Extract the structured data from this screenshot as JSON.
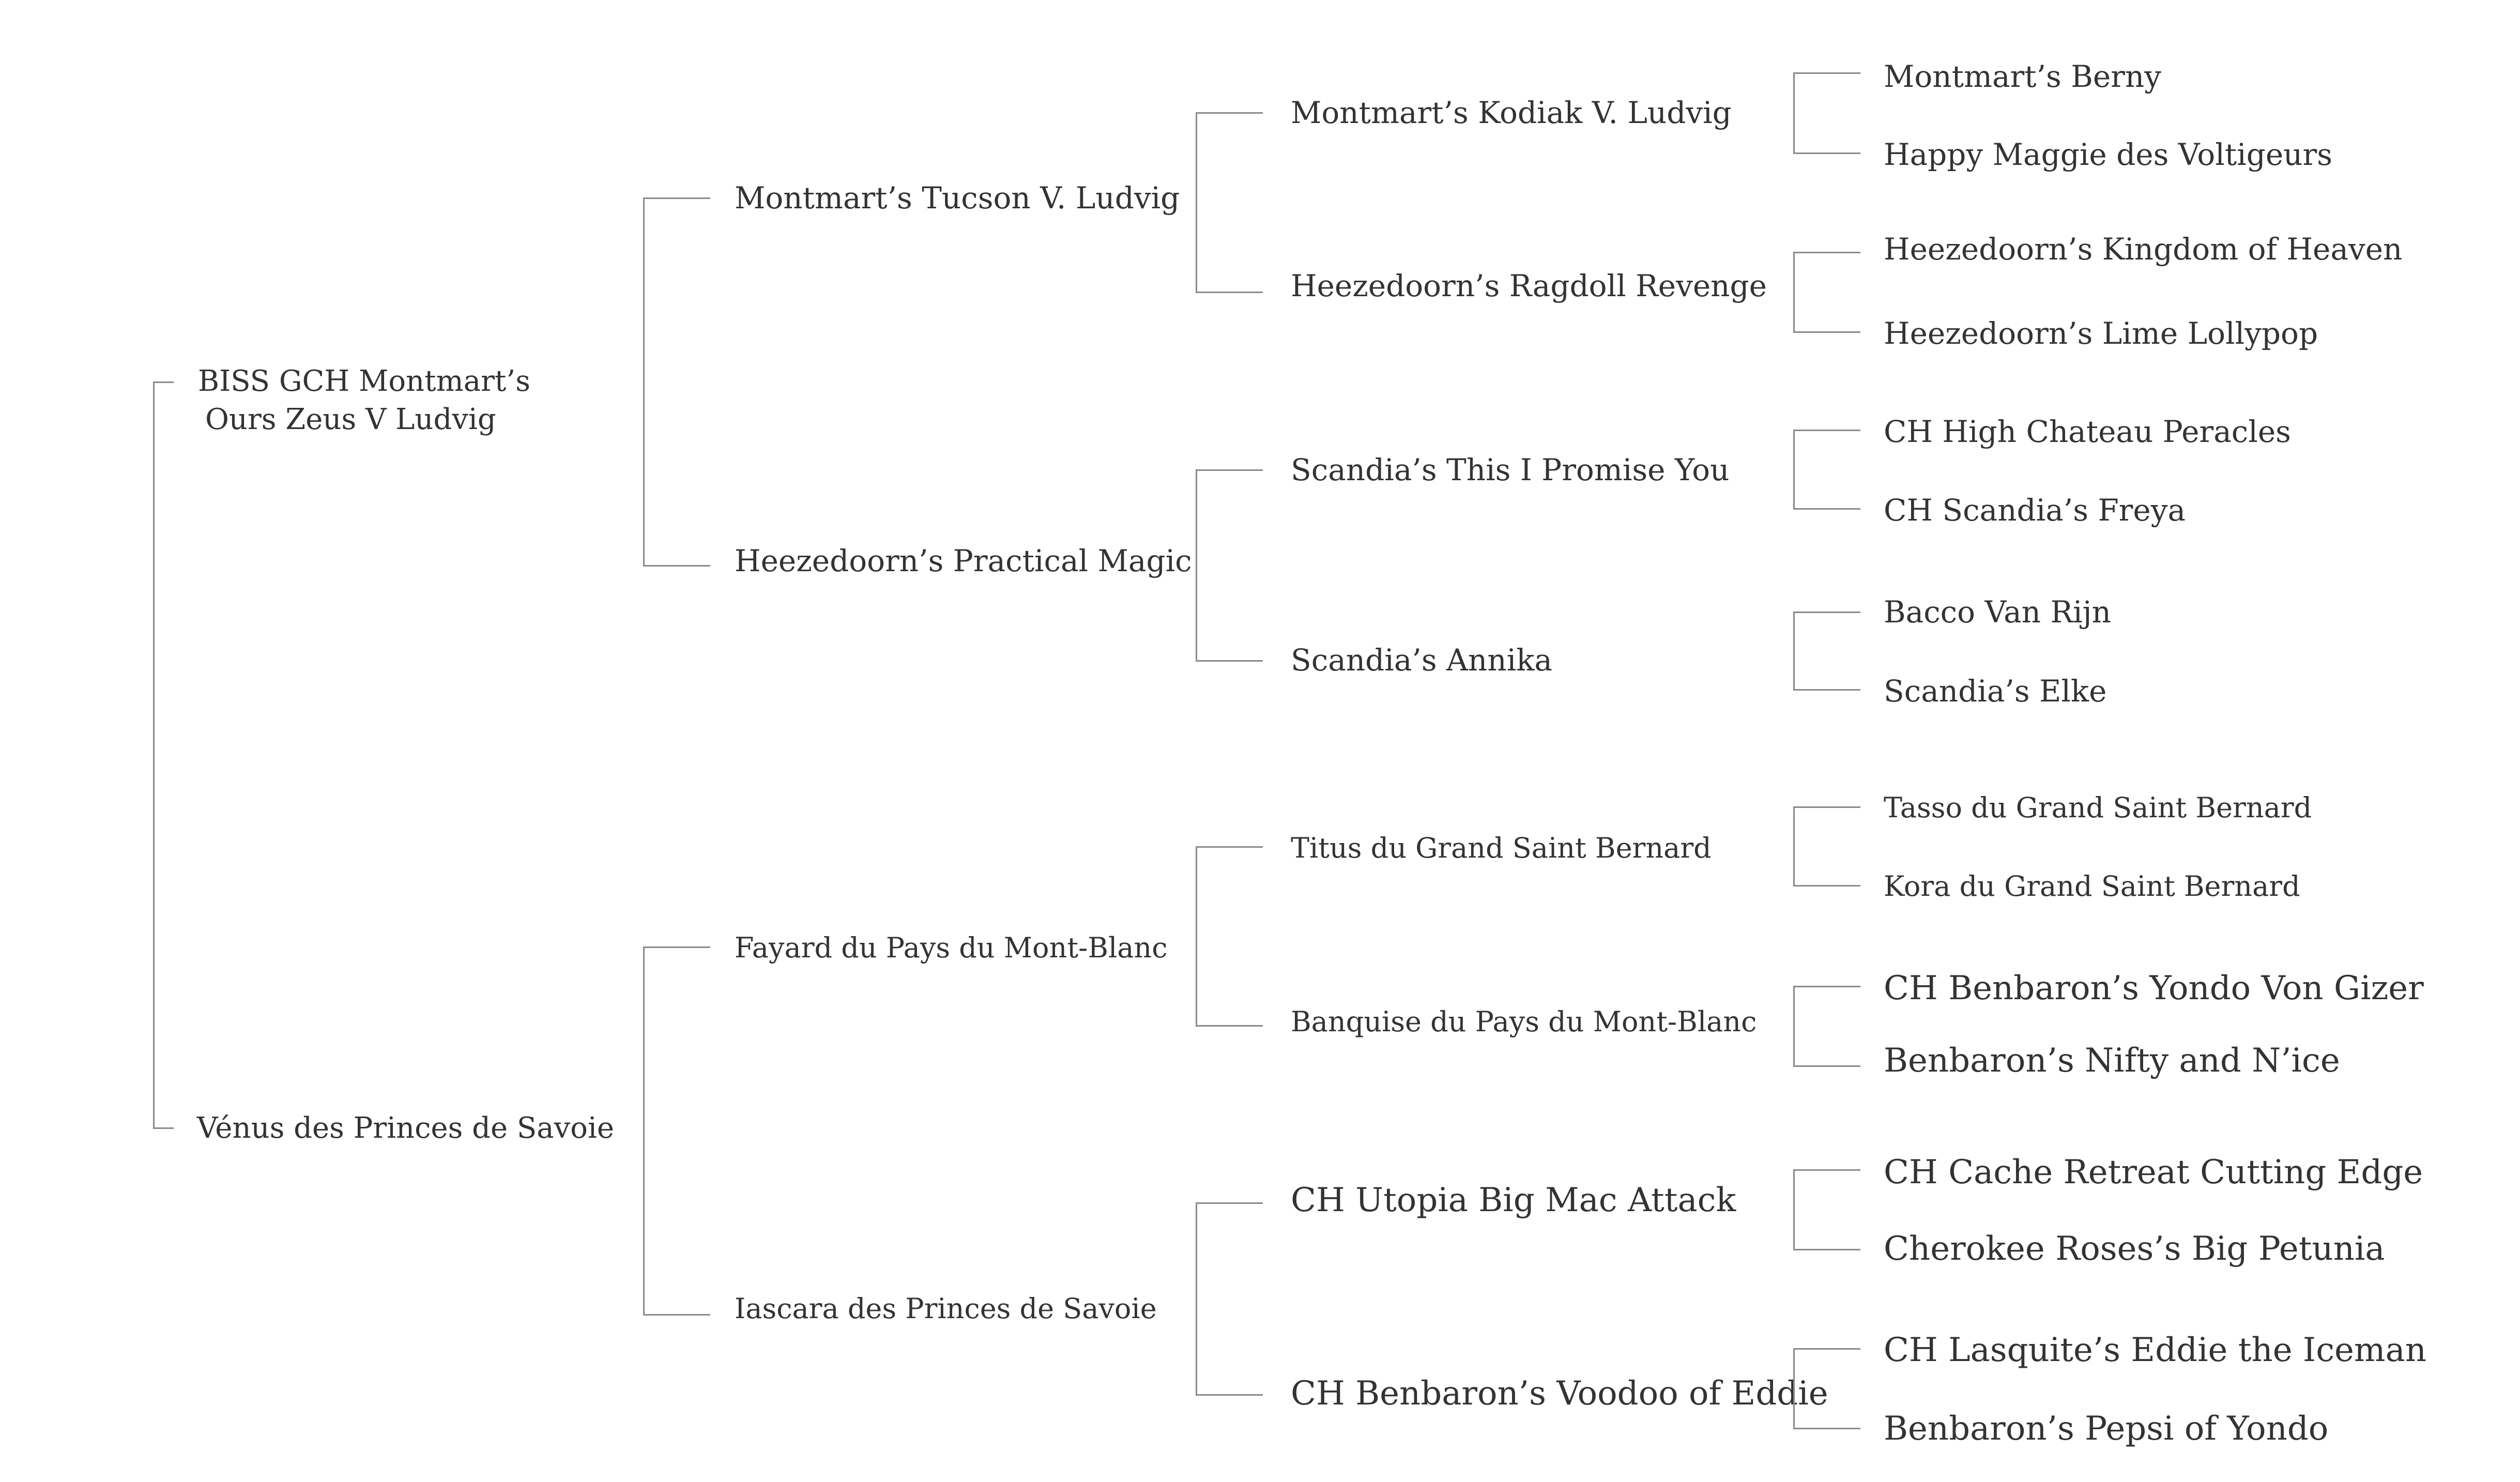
{
  "pedigree": {
    "subject": {
      "name_line1": "BISS GCH Montmart’s",
      "name_line2": "Ours Zeus V Ludvig"
    },
    "dam": "Vénus des Princes de Savoie",
    "gen2": [
      "Montmart’s Tucson V. Ludvig",
      "Heezedoorn’s Practical Magic",
      "Fayard du Pays du Mont-Blanc",
      "Iascara des Princes de Savoie"
    ],
    "gen3": [
      "Montmart’s Kodiak V. Ludvig",
      "Heezedoorn’s Ragdoll Revenge",
      "Scandia’s This I Promise You",
      "Scandia’s Annika",
      "Titus du Grand Saint Bernard",
      "Banquise du Pays du Mont-Blanc",
      "CH Utopia Big Mac Attack",
      "CH Benbaron’s Voodoo of Eddie"
    ],
    "gen4": [
      "Montmart’s Berny",
      "Happy Maggie des Voltigeurs",
      "Heezedoorn’s Kingdom of Heaven",
      "Heezedoorn’s Lime Lollypop",
      "CH High Chateau Peracles",
      "CH Scandia’s Freya",
      "Bacco Van Rijn",
      "Scandia’s Elke",
      "Tasso du Grand Saint Bernard",
      "Kora du Grand Saint Bernard",
      "CH Benbaron’s Yondo Von Gizer",
      "Benbaron’s Nifty and N’ice",
      "CH Cache Retreat Cutting Edge",
      "Cherokee Roses’s Big Petunia",
      "CH Lasquite’s Eddie the Iceman",
      "Benbaron’s Pepsi of Yondo"
    ]
  }
}
